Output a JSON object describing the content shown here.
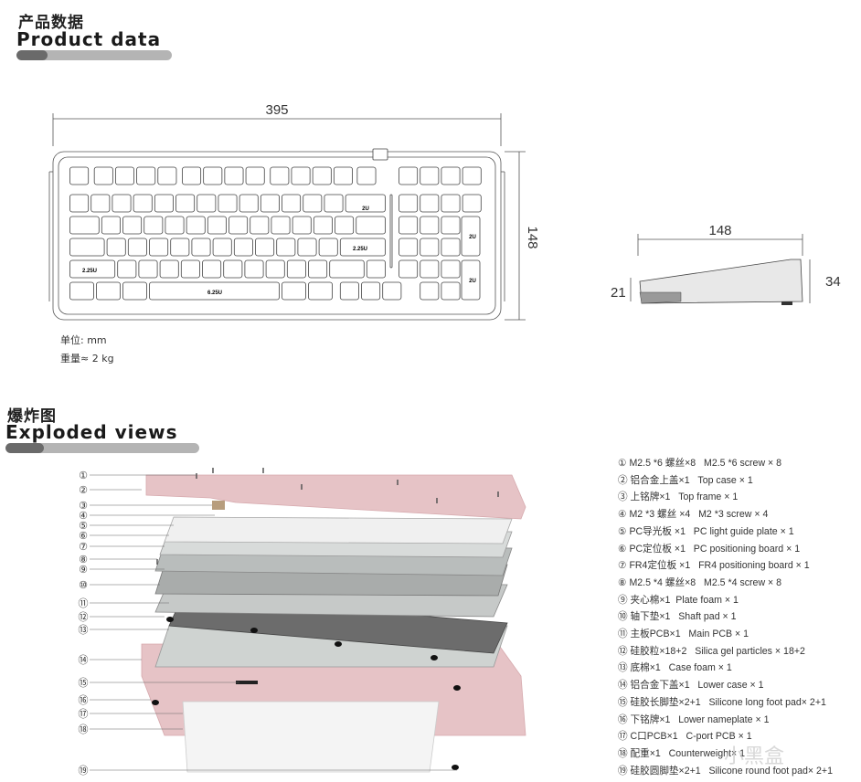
{
  "product_section": {
    "title_cn": "产品数据",
    "title_en": "Product data",
    "progress": 0.2
  },
  "dimensions": {
    "width": "395",
    "depth": "148",
    "side_depth": "148",
    "front_height": "21",
    "rear_height": "34"
  },
  "key_labels": {
    "backspace": "2U",
    "enter": "2.25U",
    "lshift": "2.25U",
    "space": "6.25U",
    "numplus": "2U",
    "numenter": "2U"
  },
  "specs": {
    "unit": "单位: mm",
    "weight": "重量≈ 2 kg"
  },
  "exploded_section": {
    "title_cn": "爆炸图",
    "title_en": "Exploded views",
    "progress": 0.2
  },
  "callouts": [
    "①",
    "②",
    "③",
    "④",
    "⑤",
    "⑥",
    "⑦",
    "⑧",
    "⑨",
    "⑩",
    "⑪",
    "⑫",
    "⑬",
    "⑭",
    "⑮",
    "⑯",
    "⑰",
    "⑱",
    "⑲"
  ],
  "parts": [
    "① M2.5 *6 螺丝×8   M2.5 *6 screw × 8",
    "② 铝合金上盖×1   Top case × 1",
    "③ 上铭牌×1   Top frame × 1",
    "④ M2 *3 螺丝 ×4   M2 *3 screw × 4",
    "⑤ PC导光板 ×1   PC light guide plate × 1",
    "⑥ PC定位板 ×1   PC positioning board × 1",
    "⑦ FR4定位板 ×1   FR4 positioning board × 1",
    "⑧ M2.5 *4 螺丝×8   M2.5 *4 screw × 8",
    "⑨ 夹心棉×1  Plate foam × 1",
    "⑩ 轴下垫×1   Shaft pad × 1",
    "⑪ 主板PCB×1   Main PCB × 1",
    "⑫ 硅胶粒×18+2   Silica gel particles × 18+2",
    "⑬ 底棉×1   Case foam × 1",
    "⑭ 铝合金下盖×1   Lower case × 1",
    "⑮ 硅胶长脚垫×2+1   Silicone long foot pad× 2+1",
    "⑯ 下铭牌×1   Lower nameplate × 1",
    "⑰ C口PCB×1   C-port PCB × 1",
    "⑱ 配重×1   Counterweight× 1",
    "⑲ 硅胶圆脚垫×2+1   Silicone round foot pad× 2+1"
  ],
  "watermark": "小黑盒",
  "colors": {
    "pink": "#e6c3c6",
    "pink_dark": "#d6a9ad",
    "plate_grey": "#b9bdbc",
    "pcb_dark": "#6c6c6c"
  }
}
